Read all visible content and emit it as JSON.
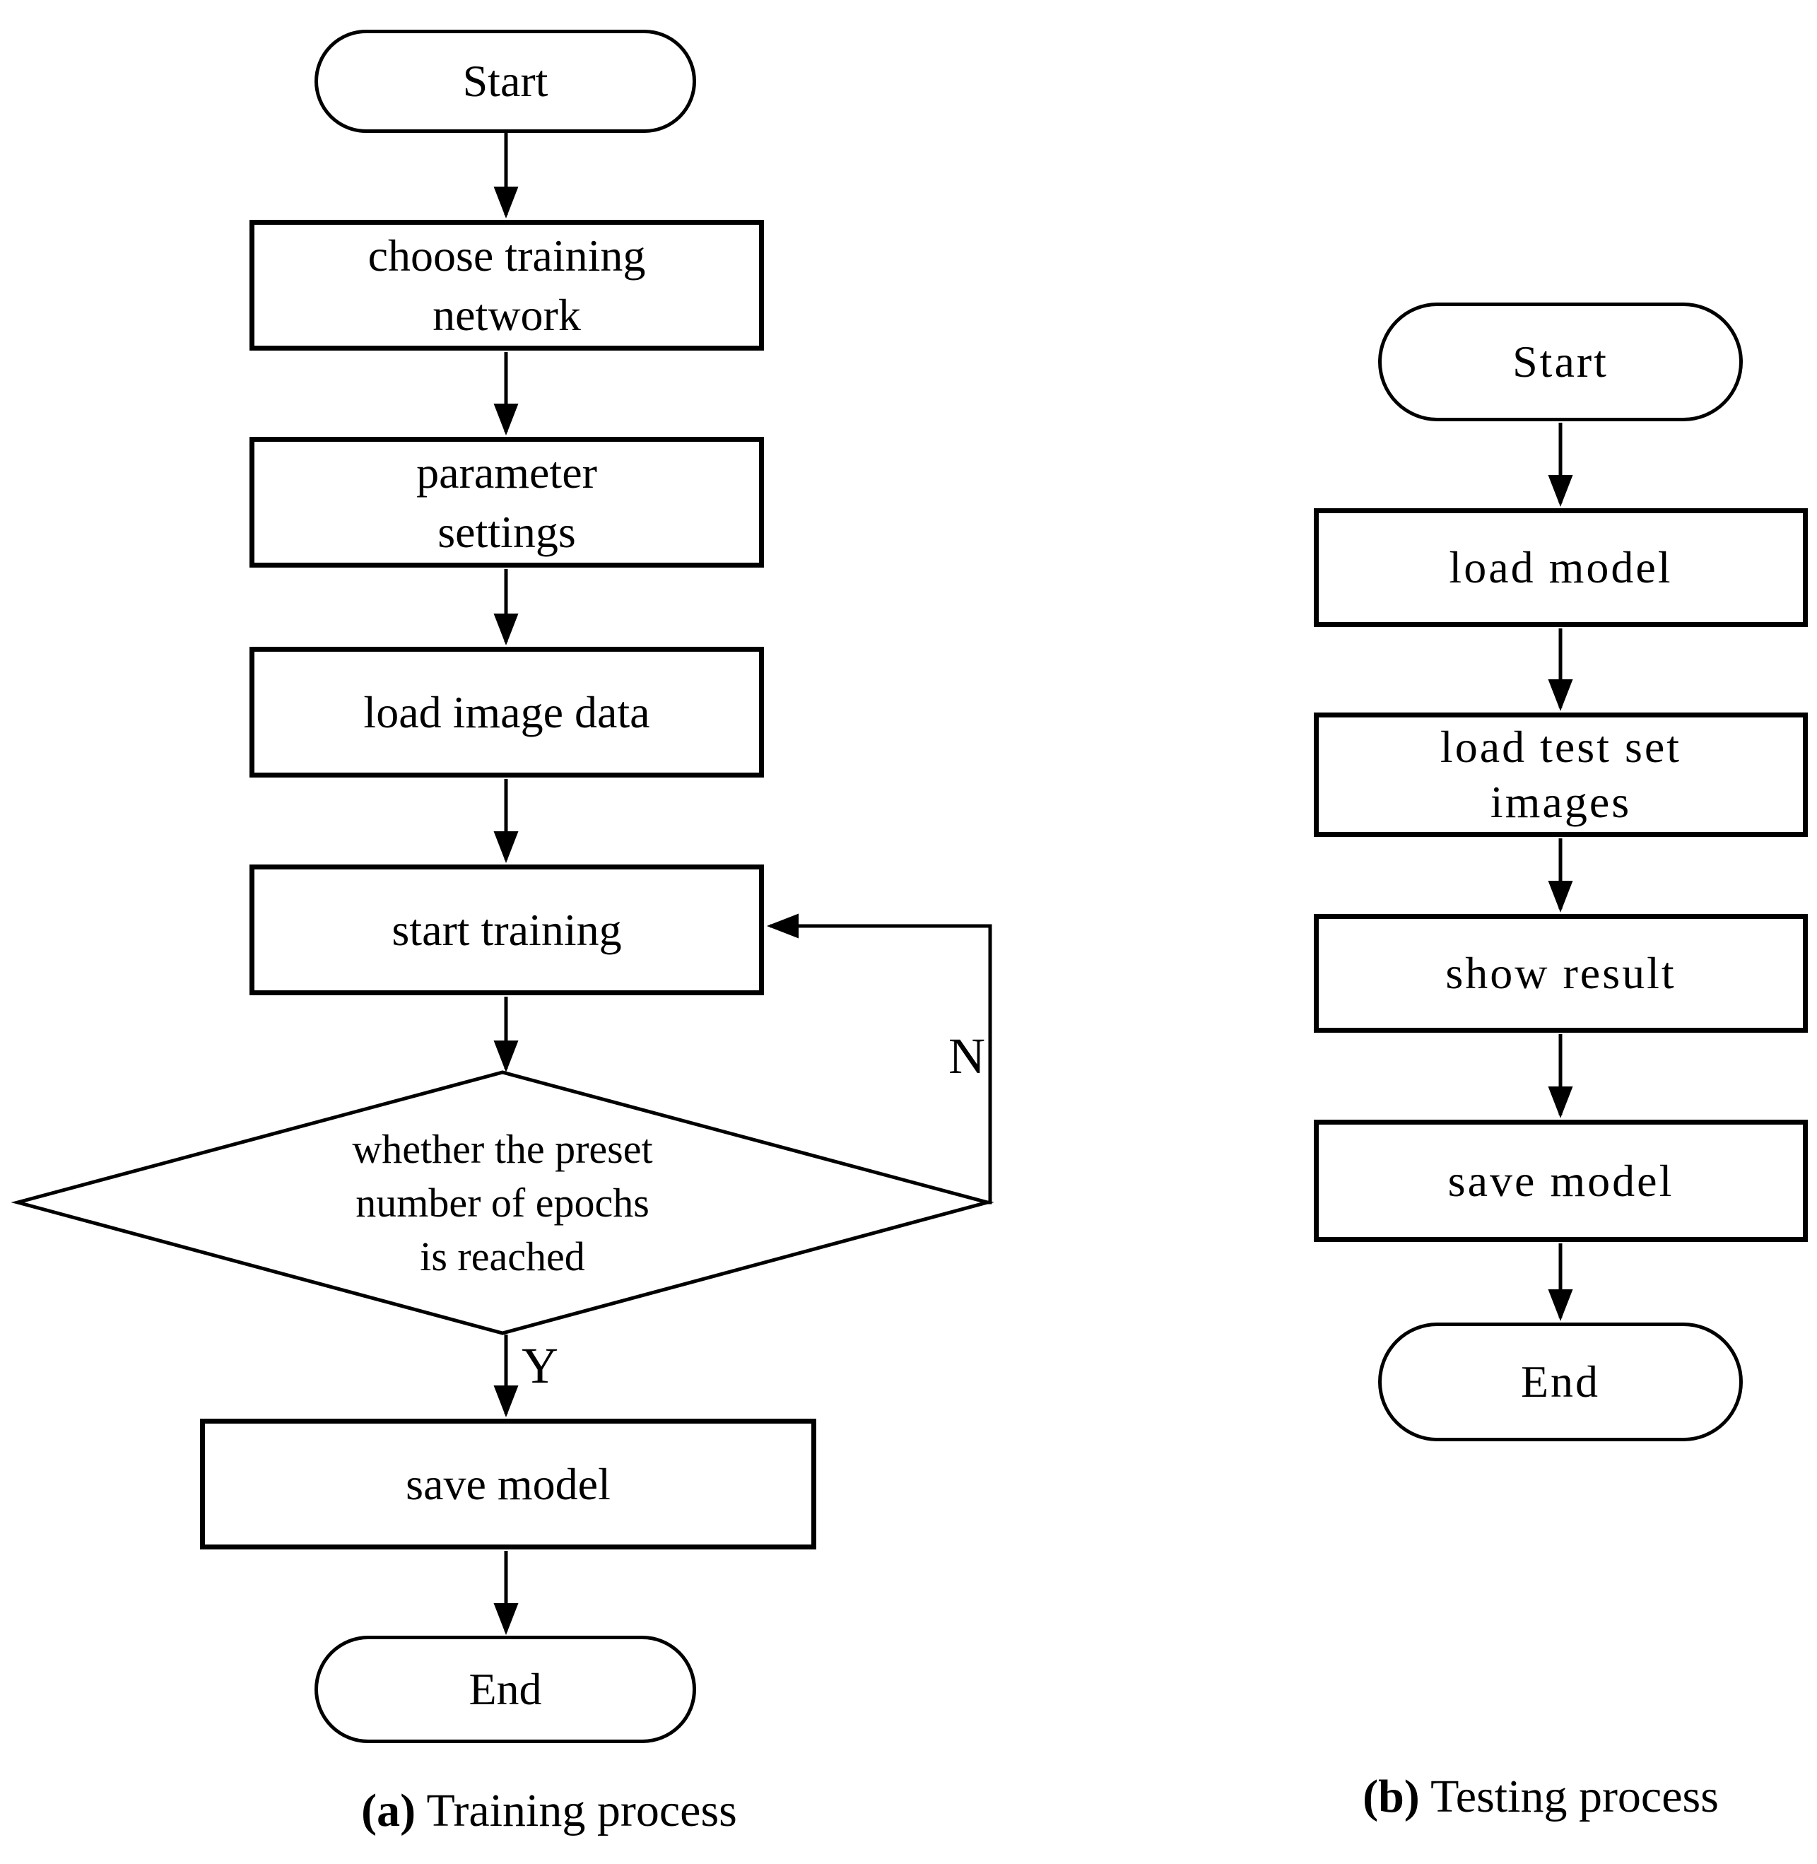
{
  "colors": {
    "ink": "#000000",
    "paper": "#ffffff"
  },
  "training": {
    "caption": {
      "marker": "(a)",
      "label": "Training process"
    },
    "start_label": "Start",
    "end_label": "End",
    "steps": {
      "choose_network": {
        "lines": [
          "choose training",
          "network"
        ]
      },
      "parameter_settings": {
        "lines": [
          "parameter",
          "settings"
        ]
      },
      "load_image_data": {
        "lines": [
          "load image data"
        ]
      },
      "start_training": {
        "lines": [
          "start training"
        ]
      },
      "save_model": {
        "lines": [
          "save model"
        ]
      }
    },
    "decision": {
      "lines": [
        "whether the preset",
        "number of epochs",
        "is reached"
      ]
    },
    "branches": {
      "yes": "Y",
      "no": "N"
    }
  },
  "testing": {
    "caption": {
      "marker": "(b)",
      "label": "Testing process"
    },
    "start_label": "Start",
    "end_label": "End",
    "steps": {
      "load_model": {
        "lines": [
          "load model"
        ]
      },
      "load_test_set_images": {
        "lines": [
          "load test set",
          "images"
        ]
      },
      "show_result": {
        "lines": [
          "show result"
        ]
      },
      "save_model": {
        "lines": [
          "save model"
        ]
      }
    }
  }
}
